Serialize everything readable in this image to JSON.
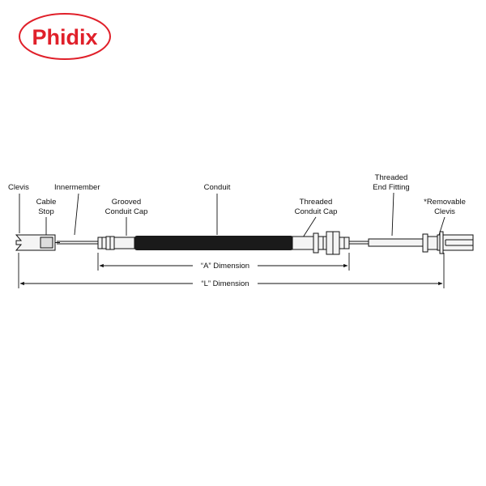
{
  "brand": {
    "logo_text": "Phidix",
    "color": "#e0202a"
  },
  "labels": {
    "clevis": "Clevis",
    "cable_stop_1": "Cable",
    "cable_stop_2": "Stop",
    "innermember": "Innermember",
    "grooved_1": "Grooved",
    "grooved_2": "Conduit Cap",
    "conduit": "Conduit",
    "threaded_cap_1": "Threaded",
    "threaded_cap_2": "Conduit Cap",
    "threaded_end_1": "Threaded",
    "threaded_end_2": "End Fitting",
    "removable_1": "*Removable",
    "removable_2": "Clevis"
  },
  "dimensions": {
    "a": "“A” Dimension",
    "l": "“L” Dimension"
  },
  "colors": {
    "line": "#111111",
    "conduit": "#1a1a1a",
    "fitting": "#f4f4f4"
  }
}
